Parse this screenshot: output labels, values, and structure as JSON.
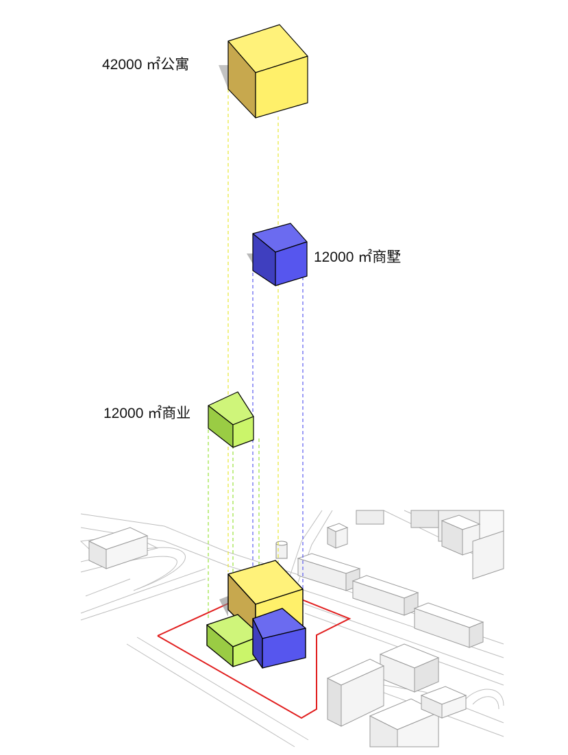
{
  "labels": {
    "apartment": {
      "area": "42000",
      "unit": "㎡",
      "use": "公寓"
    },
    "villa": {
      "area": "12000",
      "unit": "㎡",
      "use": "商墅"
    },
    "commercial": {
      "area": "12000",
      "unit": "㎡",
      "use": "商业"
    }
  },
  "colors": {
    "apartment_top": "#fff27a",
    "apartment_front": "#fff06a",
    "apartment_side": "#c7a84e",
    "villa_top": "#6b6bf0",
    "villa_front": "#5656ee",
    "villa_side": "#3f3fbf",
    "commercial_top": "#cff57a",
    "commercial_front": "#cbf56a",
    "commercial_side": "#9acc44",
    "site_boundary": "#e11e1e",
    "context_line": "#b8b8b8"
  }
}
